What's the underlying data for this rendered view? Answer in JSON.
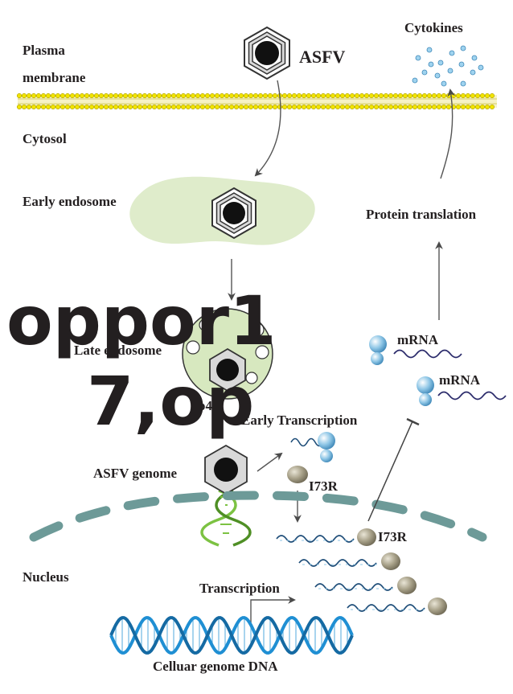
{
  "labels": {
    "plasma_line1": "Plasma",
    "plasma_line2": "membrane",
    "cytosol": "Cytosol",
    "asfv": "ASFV",
    "cytokines": "Cytokines",
    "early_endosome": "Early endosome",
    "protein_translation": "Protein translation",
    "late_endosome": "Late endosome",
    "p4": "p4",
    "early_transcription": "Early Transcription",
    "mrna_1": "mRNA",
    "mrna_2": "mRNA",
    "asfv_genome": "ASFV genome",
    "i73r_1": "I73R",
    "i73r_2": "I73R",
    "nucleus": "Nucleus",
    "transcription": "Transcription",
    "cellular_genome": "Celluar genome DNA"
  },
  "watermark": {
    "line1": "oppor1",
    "line2": "7,op"
  },
  "colors": {
    "membrane_head": "#f2e400",
    "endosome_fill": "#dfeccb",
    "virus_core": "#111111",
    "dna_blue": "#1f8fd3",
    "dna_green": "#7cc242",
    "protein_ball": "#a7a088",
    "ribosome": "#8ec6e6",
    "nuclear_envelope": "#6d9a98",
    "watermark": "#8f2be6"
  }
}
